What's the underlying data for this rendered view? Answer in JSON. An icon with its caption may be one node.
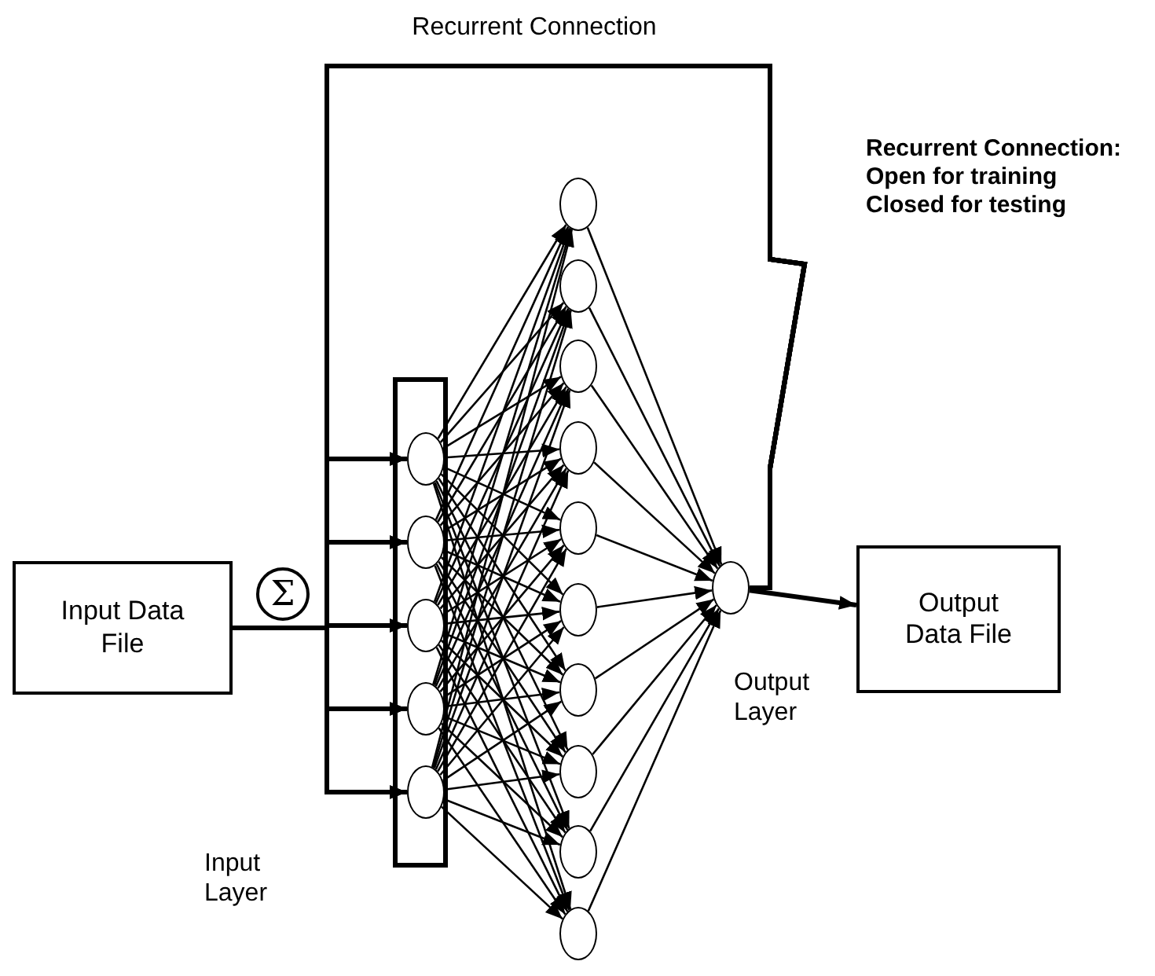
{
  "diagram": {
    "nodes": [
      {
        "text": [
          "Input Data File"
        ]
      },
      {
        "text": [
          "Σ"
        ]
      },
      {
        "text": [],
        "shape": "box"
      },
      {
        "text": [],
        "shape": "circle",
        "in": 2
      },
      {
        "text": [],
        "shape": "circle",
        "in": 2
      },
      {
        "text": [],
        "shape": "circle",
        "in": 2
      },
      {
        "text": [],
        "shape": "circle",
        "in": 2
      },
      {
        "text": [],
        "shape": "circle",
        "in": 2
      },
      {
        "text": [],
        "shape": "circle"
      },
      {
        "text": [],
        "shape": "circle"
      },
      {
        "text": [],
        "shape": "circle"
      },
      {
        "text": [],
        "shape": "circle"
      },
      {
        "text": [],
        "shape": "circle"
      },
      {
        "text": [],
        "shape": "circle"
      },
      {
        "text": [],
        "shape": "circle"
      },
      {
        "text": [],
        "shape": "circle"
      },
      {
        "text": [],
        "shape": "circle"
      },
      {
        "text": [],
        "shape": "circle"
      },
      {
        "text": [],
        "shape": "circle",
        "beside": [
          "Output Layer"
        ]
      },
      {
        "text": [
          "Output Data File"
        ]
      }
    ],
    "edges": [
      {
        "from": 0,
        "to": 3,
        "arrow": "to",
        "style": "thick"
      },
      {
        "from": 0,
        "to": 4,
        "arrow": "to",
        "style": "thick"
      },
      {
        "from": 0,
        "to": 5,
        "arrow": "to",
        "style": "thick"
      },
      {
        "from": 0,
        "to": 6,
        "arrow": "to",
        "style": "thick"
      },
      {
        "from": 0,
        "to": 7,
        "arrow": "to",
        "style": "thick"
      },
      {
        "from": 18,
        "to": 3,
        "arrow": "to",
        "style": "thick"
      },
      {
        "from": 18,
        "to": 4,
        "arrow": "to",
        "style": "thick"
      },
      {
        "from": 18,
        "to": 5,
        "arrow": "to",
        "style": "thick"
      },
      {
        "from": 18,
        "to": 6,
        "arrow": "to",
        "style": "thick"
      },
      {
        "from": 18,
        "to": 7,
        "arrow": "to",
        "style": "thick"
      },
      {
        "from": 3,
        "to": 8,
        "arrow": "to"
      },
      {
        "from": 3,
        "to": 9,
        "arrow": "to"
      },
      {
        "from": 3,
        "to": 10,
        "arrow": "to"
      },
      {
        "from": 3,
        "to": 11,
        "arrow": "to"
      },
      {
        "from": 3,
        "to": 12,
        "arrow": "to"
      },
      {
        "from": 3,
        "to": 13,
        "arrow": "to"
      },
      {
        "from": 3,
        "to": 14,
        "arrow": "to"
      },
      {
        "from": 3,
        "to": 15,
        "arrow": "to"
      },
      {
        "from": 3,
        "to": 16,
        "arrow": "to"
      },
      {
        "from": 3,
        "to": 17,
        "arrow": "to"
      },
      {
        "from": 4,
        "to": 8,
        "arrow": "to"
      },
      {
        "from": 4,
        "to": 9,
        "arrow": "to"
      },
      {
        "from": 4,
        "to": 10,
        "arrow": "to"
      },
      {
        "from": 4,
        "to": 11,
        "arrow": "to"
      },
      {
        "from": 4,
        "to": 12,
        "arrow": "to"
      },
      {
        "from": 4,
        "to": 13,
        "arrow": "to"
      },
      {
        "from": 4,
        "to": 14,
        "arrow": "to"
      },
      {
        "from": 4,
        "to": 15,
        "arrow": "to"
      },
      {
        "from": 4,
        "to": 16,
        "arrow": "to"
      },
      {
        "from": 4,
        "to": 17,
        "arrow": "to"
      },
      {
        "from": 5,
        "to": 8,
        "arrow": "to"
      },
      {
        "from": 5,
        "to": 9,
        "arrow": "to"
      },
      {
        "from": 5,
        "to": 10,
        "arrow": "to"
      },
      {
        "from": 5,
        "to": 11,
        "arrow": "to"
      },
      {
        "from": 5,
        "to": 12,
        "arrow": "to"
      },
      {
        "from": 5,
        "to": 13,
        "arrow": "to"
      },
      {
        "from": 5,
        "to": 14,
        "arrow": "to"
      },
      {
        "from": 5,
        "to": 15,
        "arrow": "to"
      },
      {
        "from": 5,
        "to": 16,
        "arrow": "to"
      },
      {
        "from": 5,
        "to": 17,
        "arrow": "to"
      },
      {
        "from": 6,
        "to": 8,
        "arrow": "to"
      },
      {
        "from": 6,
        "to": 9,
        "arrow": "to"
      },
      {
        "from": 6,
        "to": 10,
        "arrow": "to"
      },
      {
        "from": 6,
        "to": 11,
        "arrow": "to"
      },
      {
        "from": 6,
        "to": 12,
        "arrow": "to"
      },
      {
        "from": 6,
        "to": 13,
        "arrow": "to"
      },
      {
        "from": 6,
        "to": 14,
        "arrow": "to"
      },
      {
        "from": 6,
        "to": 15,
        "arrow": "to"
      },
      {
        "from": 6,
        "to": 16,
        "arrow": "to"
      },
      {
        "from": 6,
        "to": 17,
        "arrow": "to"
      },
      {
        "from": 7,
        "to": 8,
        "arrow": "to"
      },
      {
        "from": 7,
        "to": 9,
        "arrow": "to"
      },
      {
        "from": 7,
        "to": 10,
        "arrow": "to"
      },
      {
        "from": 7,
        "to": 11,
        "arrow": "to"
      },
      {
        "from": 7,
        "to": 12,
        "arrow": "to"
      },
      {
        "from": 7,
        "to": 13,
        "arrow": "to"
      },
      {
        "from": 7,
        "to": 14,
        "arrow": "to"
      },
      {
        "from": 7,
        "to": 15,
        "arrow": "to"
      },
      {
        "from": 7,
        "to": 16,
        "arrow": "to"
      },
      {
        "from": 7,
        "to": 17,
        "arrow": "to"
      },
      {
        "from": 8,
        "to": 18,
        "arrow": "to"
      },
      {
        "from": 9,
        "to": 18,
        "arrow": "to"
      },
      {
        "from": 10,
        "to": 18,
        "arrow": "to"
      },
      {
        "from": 11,
        "to": 18,
        "arrow": "to"
      },
      {
        "from": 12,
        "to": 18,
        "arrow": "to"
      },
      {
        "from": 13,
        "to": 18,
        "arrow": "to"
      },
      {
        "from": 14,
        "to": 18,
        "arrow": "to"
      },
      {
        "from": 15,
        "to": 18,
        "arrow": "to"
      },
      {
        "from": 16,
        "to": 18,
        "arrow": "to"
      },
      {
        "from": 17,
        "to": 18,
        "arrow": "to"
      },
      {
        "from": 18,
        "to": 19,
        "arrow": "to",
        "style": "thick"
      }
    ],
    "labels": [
      "Recurrent Connection",
      "Recurrent Connection: Open for training Closed for testing",
      "Input Layer"
    ]
  }
}
